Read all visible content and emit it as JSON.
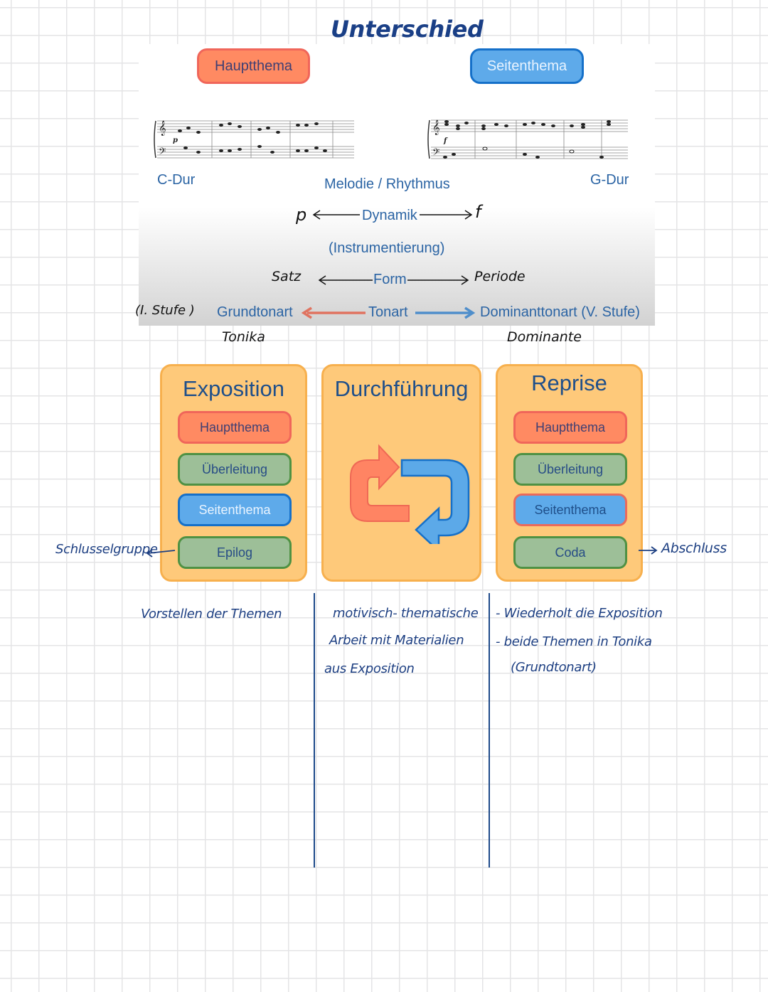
{
  "title": "Unterschied",
  "comparison": {
    "left_theme": "Hauptthema",
    "right_theme": "Seitenthema",
    "left_key": "C-Dur",
    "right_key": "G-Dur",
    "melody_label": "Melodie / Rhythmus",
    "dynamics": {
      "left": "p",
      "label": "Dynamik",
      "right": "f"
    },
    "instrumentation": "(Instrumentierung)",
    "form": {
      "left": "Satz",
      "label": "Form",
      "right": "Periode"
    },
    "key": {
      "prefix_note": "(I. Stufe )",
      "left": "Grundtonart",
      "label": "Tonart",
      "right": "Dominanttonart (V. Stufe)",
      "left_note": "Tonika",
      "right_note": "Dominante"
    },
    "score_left_dynamic": "p",
    "score_right_dynamic": "f"
  },
  "sonata_form": {
    "exposition": {
      "title": "Exposition",
      "items": [
        "Hauptthema",
        "Überleitung",
        "Seitenthema",
        "Epilog"
      ]
    },
    "development": {
      "title": "Durchführung",
      "icon": "repeat-cycle-icon"
    },
    "recapitulation": {
      "title": "Reprise",
      "items": [
        "Hauptthema",
        "Überleitung",
        "Seitenthema",
        "Coda"
      ]
    },
    "left_annotation": "Schlusselgruppe",
    "right_annotation": "Abschluss"
  },
  "notes": {
    "exposition": [
      "Vorstellen der Themen"
    ],
    "development": [
      "motivisch- thematische",
      "Arbeit mit Materialien",
      "aus Exposition"
    ],
    "recapitulation": [
      "- Wiederholt die Exposition",
      "- beide Themen in Tonika",
      "(Grundtonart)"
    ]
  },
  "colors": {
    "hauptthema": "#ff8a62",
    "seitenthema": "#5eaaea",
    "ueberleitung": "#9dbf98",
    "block": "#fec97a",
    "text_blue": "#2b64a4",
    "ink": "#1d3f82"
  }
}
